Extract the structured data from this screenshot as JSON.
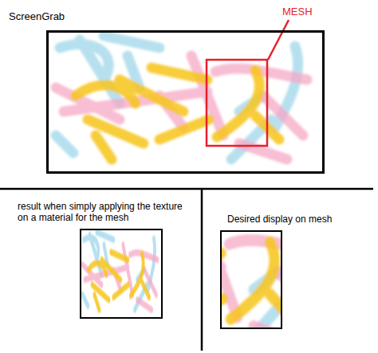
{
  "diagram": {
    "nodes": [
      {
        "text": [
          "ScreenGrab"
        ]
      },
      {
        "text": [
          "result when simply applying the texture on a material for the mesh"
        ]
      },
      {
        "text": [
          "Desired display on mesh"
        ]
      }
    ],
    "labels": [
      "MESH"
    ]
  }
}
